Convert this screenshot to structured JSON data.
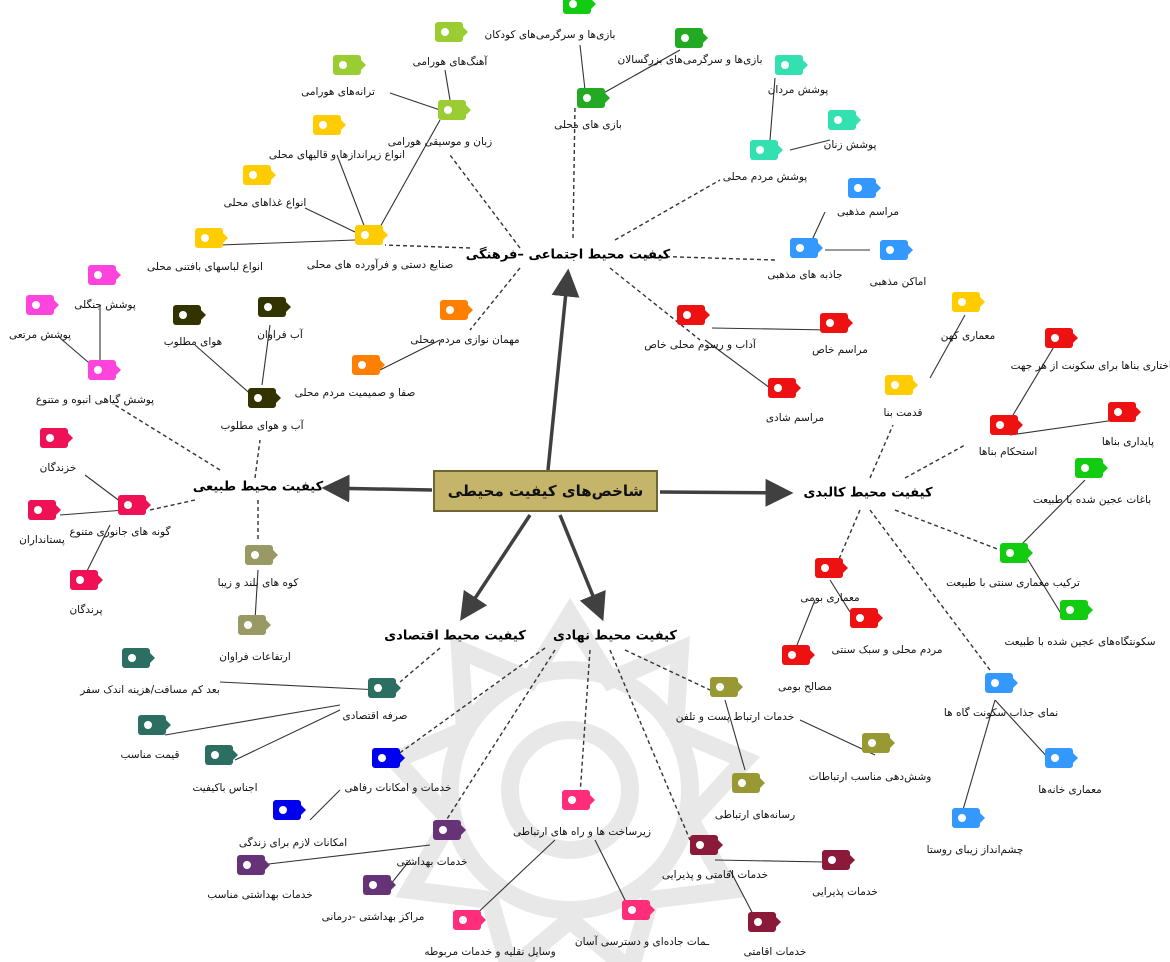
{
  "center": {
    "label": "شاخص‌های کیفیت محیطی"
  },
  "branches": {
    "social": "کیفیت محیط اجتماعی –فرهنگی",
    "natural": "کیفیت محیط طبیعی",
    "physical": "کیفیت محیط کالبدی",
    "economic": "کیفیت محیط اقتصادی",
    "institutional": "کیفیت محیط نهادی"
  },
  "nodes": {
    "kids_games": "بازی‌ها و سرگرمی‌های کودکان",
    "adult_games": "بازی‌ها و سرگرمی‌های بزرگسالان",
    "local_games": "بازی های محلی",
    "mens_dress": "پوشش مردان",
    "womens_dress": "پوشش زنان",
    "local_dress": "پوشش مردم محلی",
    "religious_rites": "مراسم مذهبی",
    "religious_sites": "اماکن مذهبی",
    "religious_attr": "جاذبه های مذهبی",
    "songs_hawrami": "آهنگ‌های هورامی",
    "tunes_hawrami": "ترانه‌های هورامی",
    "language_music": "زبان و موسیقی هورامی",
    "rugs": "انواع زیراندازها و قالیهای محلی",
    "foods": "انواع غذاهای محلی",
    "woven_clothes": "انواع لباسهای بافتنی محلی",
    "handicrafts": "صنایع دستی و فرآورده های محلی",
    "hospitality": "مهمان نوازی مردم محلی",
    "sincerity": "صفا و صمیمیت مردم محلی",
    "customs": "آداب و رسوم محلی خاص",
    "special_rites": "مراسم خاص",
    "joy_rites": "مراسم شادی",
    "forest_cover": "پوشش جنگلی",
    "pasture_cover": "پوشش مرتعی",
    "dense_veg": "پوشش گیاهی انبوه و متنوع",
    "air_good": "هوای مطلوب",
    "water_abundant": "آب فراوان",
    "water_air": "آب و هوای مطلوب",
    "reptiles": "خزندگان",
    "mammals": "پستانداران",
    "species": "گونه های جانوری متنوع",
    "birds": "پرندگان",
    "mountains": "کوه های بلند و زیبا",
    "heights": "ارتفاعات فراوان",
    "old_arch": "معماری کهن",
    "safety": "امنیت ساختاری بناها برای سکونت از هر جهت",
    "building_age": "قدمت بنا",
    "durability": "پایداری بناها",
    "solidity": "استحکام بناها",
    "gardens": "باغات عجین شده با طبیعت",
    "trad_arch": "ترکیب معماری سنتی با طبیعت",
    "settlements": "سکونتگاه‌های عجین شده با طبیعت",
    "vernacular_arch": "معماری بومی",
    "people_style": "مردم محلی و سبک سنتی",
    "native_materials": "مصالح بومی",
    "facade": "نمای جذاب سکونت گاه ها",
    "house_arch": "معماری خانه‌ها",
    "landscape": "چشم‌انداز زیبای روستا",
    "travel_cost": "بعد کم مسافت/هزینه اندک سفر",
    "economic_saving": "صرفه اقتصادی",
    "fair_price": "قیمت مناسب",
    "quality_goods": "اجناس باکیفیت",
    "welfare": "خدمات و امکانات رفاهی",
    "life_facilities": "امکانات لازم برای زندگی",
    "health": "خدمات بهداشتی",
    "health_proper": "خدمات بهداشتی مناسب",
    "health_centers": "مراکز بهداشتی -درمانی",
    "infra_roads": "زیرساخت ها و راه های ارتباطی",
    "transport": "وسایل نقلیه و خدمات مربوطه",
    "road_services": "ـمات جاده‌ای و دسترسی آسان",
    "post_phone": "خدمات ارتباط پست و تلفن",
    "comm_coverage": "وشش‌دهی مناسب ارتباطات",
    "media": "رسانه‌های ارتباطی",
    "lodging_services": "خدمات اقامتی و پذیرایی",
    "reception": "خدمات پذیرایی",
    "lodging": "خدمات اقامتی"
  },
  "colors": {
    "lime": "#9acd32",
    "yellow": "#ffcc00",
    "green": "#22aa22",
    "mint": "#33e0b0",
    "blue": "#3399ff",
    "orange": "#ff7f00",
    "red": "#ee1111",
    "magenta": "#ff44dd",
    "crimson": "#ee1155",
    "dark_olive": "#333300",
    "khaki": "#999966",
    "teal": "#2d6e62",
    "royal": "#0000ee",
    "purple": "#663377",
    "maroon": "#8b1a3a",
    "pink": "#ff2d7a",
    "olive": "#999933",
    "bright_green": "#11cc11",
    "violet": "#7b4a8a",
    "center_fill": "#c4b56a"
  }
}
